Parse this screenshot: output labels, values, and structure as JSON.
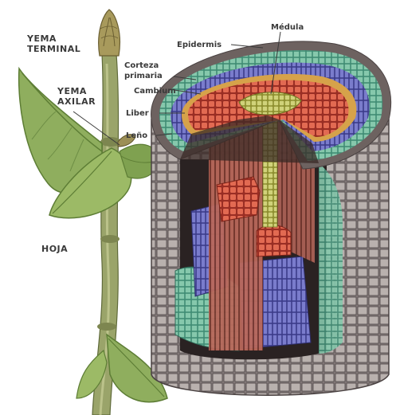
{
  "labels": {
    "yema_terminal": [
      "YEMA",
      "TERMINAL"
    ],
    "yema_axilar": [
      "YEMA",
      "AXILAR"
    ],
    "hoja": "HOJA",
    "medula": "Médula",
    "epidermis": "Epidermis",
    "corteza_primaria": [
      "Corteza",
      "primaria"
    ],
    "cambium": "Cambium",
    "liber": "Liber",
    "leno": "Leño"
  },
  "colors": {
    "background": "#ffffff",
    "leaf": "#8fae5e",
    "leaf_dark": "#5d7d35",
    "stem": "#9aa46a",
    "epidermis_cells": "#6d6260",
    "corteza_cells": "#6fb49a",
    "liber_cells": "#6f6fc0",
    "cambium_cells": "#d6a24a",
    "leno_cells": "#c84e3e",
    "medula_cells": "#b7b95a",
    "label_text": "#3a3a3a"
  }
}
